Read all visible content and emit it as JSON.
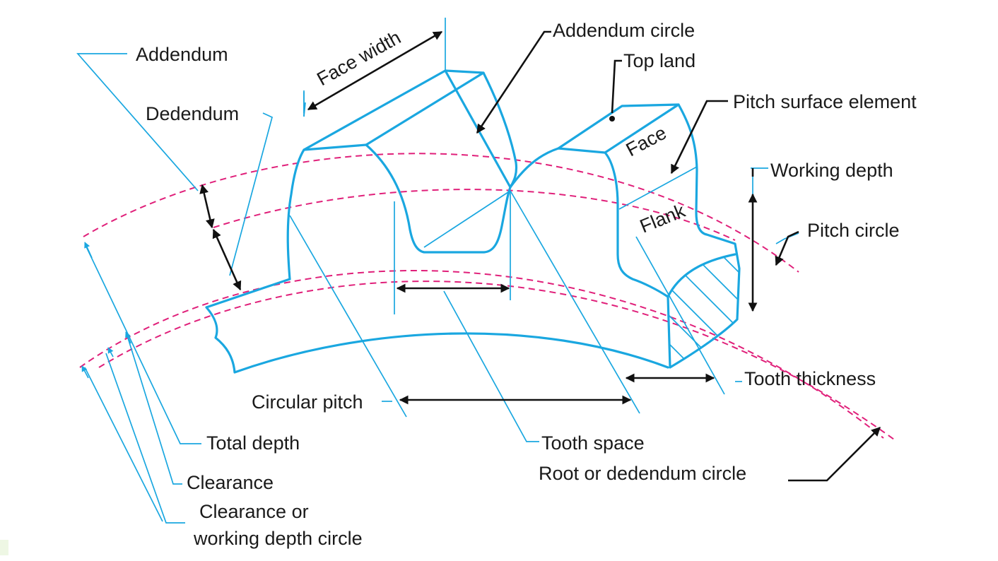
{
  "labels": {
    "addendum": "Addendum",
    "dedendum": "Dedendum",
    "face_width": "Face width",
    "addendum_circle": "Addendum circle",
    "top_land": "Top land",
    "pitch_surface_element": "Pitch surface element",
    "face": "Face",
    "flank": "Flank",
    "working_depth": "Working depth",
    "pitch_circle": "Pitch circle",
    "tooth_thickness": "Tooth thickness",
    "circular_pitch": "Circular pitch",
    "total_depth": "Total depth",
    "tooth_space": "Tooth space",
    "root_circle": "Root or dedendum circle",
    "clearance": "Clearance",
    "clearance_circle_line1": "Clearance or",
    "clearance_circle_line2": "working depth circle"
  },
  "colors": {
    "gear_outline": "#1aa7e0",
    "pitch_lines": "#e0207a",
    "dimension_arrows": "#111111",
    "text": "#1a1a1a"
  }
}
